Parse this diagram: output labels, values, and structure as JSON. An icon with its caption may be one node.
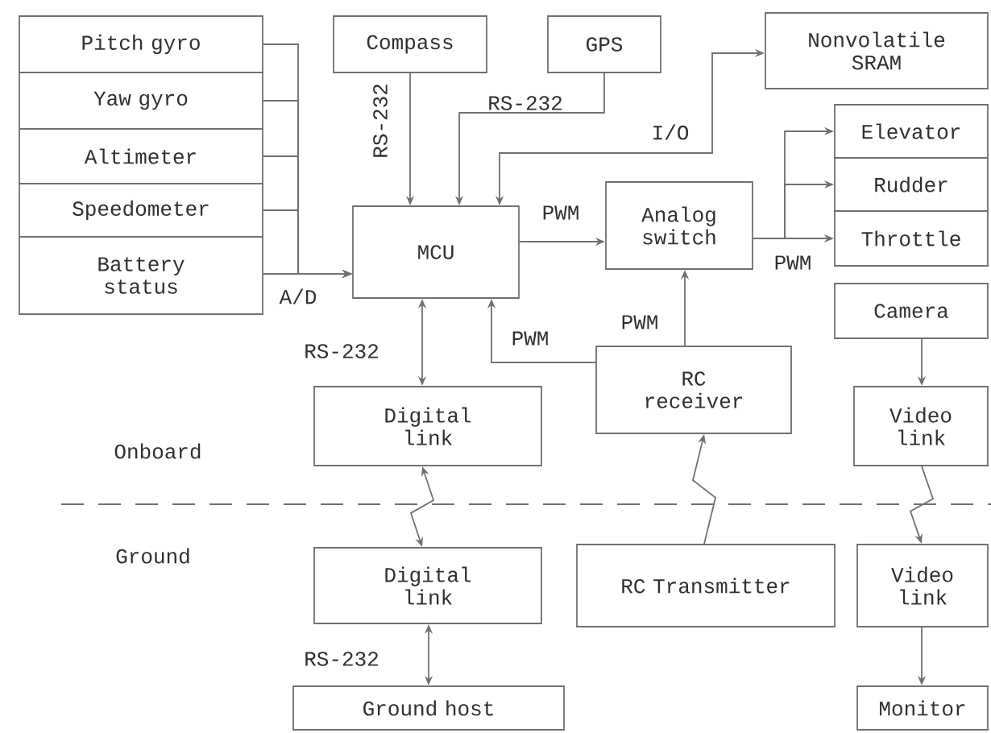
{
  "diagram": {
    "nodes": [
      {
        "text": [
          "Pitch gyro"
        ]
      },
      {
        "text": [
          "Yaw gyro"
        ]
      },
      {
        "text": [
          "Altimeter"
        ]
      },
      {
        "text": [
          "Speedometer"
        ]
      },
      {
        "text": [
          "Battery status"
        ]
      },
      {
        "text": [
          "Compass"
        ]
      },
      {
        "text": [
          "GPS"
        ]
      },
      {
        "text": [
          "Nonvolatile SRAM"
        ]
      },
      {
        "text": [
          "MCU"
        ]
      },
      {
        "text": [
          "Analog switch"
        ]
      },
      {
        "text": [
          "Elevator"
        ]
      },
      {
        "text": [
          "Rudder"
        ]
      },
      {
        "text": [
          "Throttle"
        ]
      },
      {
        "text": [
          "Camera"
        ]
      },
      {
        "text": [
          "Digital link"
        ]
      },
      {
        "text": [
          "RC receiver"
        ]
      },
      {
        "text": [
          "Video link"
        ]
      },
      {
        "text": [
          "Digital link"
        ]
      },
      {
        "text": [
          "RC Transmitter"
        ]
      },
      {
        "text": [
          "Video link"
        ]
      },
      {
        "text": [
          "Ground host"
        ]
      },
      {
        "text": [
          "Monitor"
        ]
      }
    ],
    "edges": [
      {
        "from": 0,
        "to": 8,
        "arrow": "to"
      },
      {
        "from": 1,
        "to": 8,
        "arrow": "to"
      },
      {
        "from": 2,
        "to": 8,
        "arrow": "to"
      },
      {
        "from": 3,
        "to": 8,
        "arrow": "to"
      },
      {
        "from": 4,
        "to": 8,
        "arrow": "to",
        "label": "A/D"
      },
      {
        "from": 5,
        "to": 8,
        "arrow": "to",
        "label": "RS-232"
      },
      {
        "from": 6,
        "to": 8,
        "arrow": "to",
        "label": "RS-232"
      },
      {
        "from": 8,
        "to": 7,
        "arrow": "both",
        "label": "I/O"
      },
      {
        "from": 8,
        "to": 9,
        "arrow": "to",
        "label": "PWM"
      },
      {
        "from": 9,
        "to": 10,
        "arrow": "to"
      },
      {
        "from": 9,
        "to": 11,
        "arrow": "to"
      },
      {
        "from": 9,
        "to": 12,
        "arrow": "to",
        "label": "PWM"
      },
      {
        "from": 15,
        "to": 9,
        "arrow": "to",
        "label": "PWM"
      },
      {
        "from": 15,
        "to": 8,
        "arrow": "to",
        "label": "PWM"
      },
      {
        "from": 8,
        "to": 14,
        "arrow": "both",
        "label": "RS-232"
      },
      {
        "from": 14,
        "to": 17,
        "arrow": "both"
      },
      {
        "from": 18,
        "to": 15,
        "arrow": "to"
      },
      {
        "from": 13,
        "to": 16,
        "arrow": "to"
      },
      {
        "from": 16,
        "to": 19,
        "arrow": "to"
      },
      {
        "from": 17,
        "to": 20,
        "arrow": "both",
        "label": "RS-232"
      },
      {
        "from": 19,
        "to": 21,
        "arrow": "to"
      }
    ],
    "labels": [
      "Onboard",
      "Ground"
    ]
  }
}
